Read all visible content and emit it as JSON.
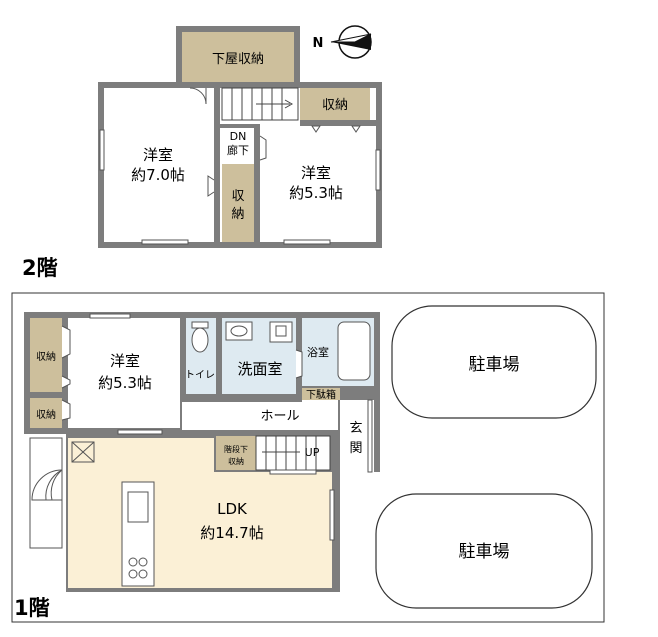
{
  "compass": {
    "label": "N"
  },
  "floor2": {
    "floor_label": "2階",
    "rooms": {
      "storage_top": "下屋収納",
      "western_left_name": "洋室",
      "western_left_size": "約7.0帖",
      "western_right_name": "洋室",
      "western_right_size": "約5.3帖",
      "storage_right": "収納",
      "closet_mid_1": "収",
      "closet_mid_2": "納",
      "dn": "DN",
      "hall": "廊下"
    }
  },
  "floor1": {
    "floor_label": "1階",
    "rooms": {
      "storage_left_1": "収納",
      "storage_left_2": "収納",
      "western_name": "洋室",
      "western_size": "約5.3帖",
      "toilet": "トイレ",
      "washroom": "洗面室",
      "bathroom": "浴室",
      "shoe_box": "下駄箱",
      "hall": "ホール",
      "entrance_1": "玄",
      "entrance_2": "関",
      "under_stairs_1": "階段下",
      "under_stairs_2": "収納",
      "up": "UP",
      "ldk_name": "LDK",
      "ldk_size": "約14.7帖",
      "parking_1": "駐車場",
      "parking_2": "駐車場"
    }
  },
  "colors": {
    "wall": "#7d7d7d",
    "storage": "#cdbf9c",
    "ldk_floor": "#fbf0d6",
    "wet_area": "#deeaf1"
  }
}
